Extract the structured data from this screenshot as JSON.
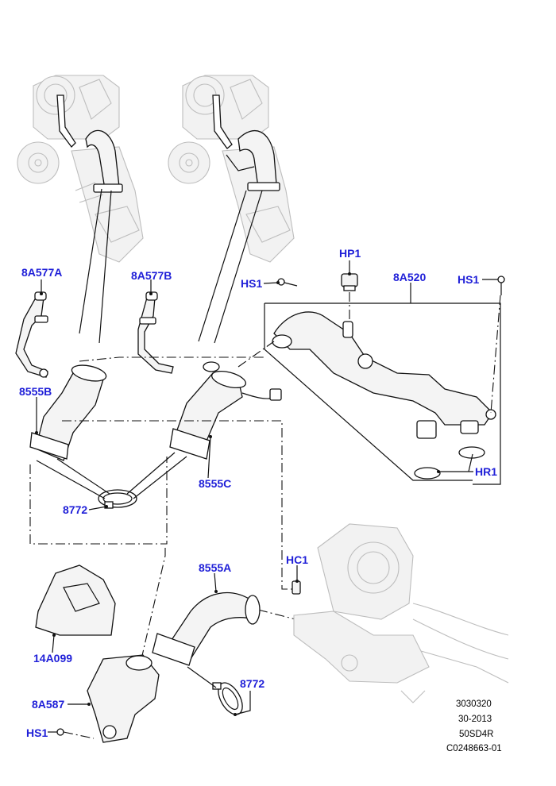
{
  "callouts": {
    "c8A577A": "8A577A",
    "c8A577B": "8A577B",
    "cHS1": "HS1",
    "cHP1": "HP1",
    "c8A520": "8A520",
    "c8555B": "8555B",
    "c8555C": "8555C",
    "c8772": "8772",
    "cHR1": "HR1",
    "cHC1": "HC1",
    "c8555A": "8555A",
    "c14A099": "14A099",
    "c8A587": "8A587"
  },
  "reference": {
    "line1": "3030320",
    "line2": "30-2013",
    "line3": "50SD4R",
    "line4": "C0248663-01"
  },
  "colors": {
    "callout": "#1f1fd8",
    "line": "#111111",
    "ghost": "#bdbdbd"
  }
}
